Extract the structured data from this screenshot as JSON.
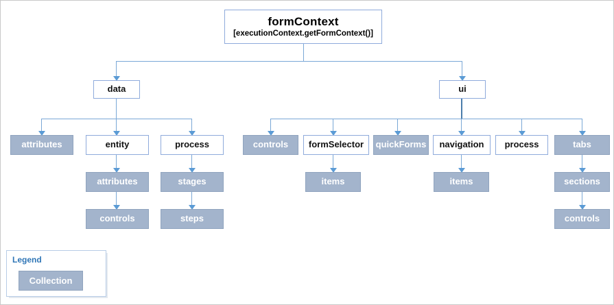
{
  "diagram": {
    "root": {
      "title": "formContext",
      "subtitle": "[executionContext.getFormContext()]"
    },
    "level2": {
      "data": "data",
      "ui": "ui"
    },
    "data_children": {
      "attributes": "attributes",
      "entity": "entity",
      "process": "process"
    },
    "entity_children": {
      "attributes": "attributes",
      "controls": "controls"
    },
    "process_children": {
      "stages": "stages",
      "steps": "steps"
    },
    "ui_children": {
      "controls": "controls",
      "formSelector": "formSelector",
      "quickForms": "quickForms",
      "navigation": "navigation",
      "process": "process",
      "tabs": "tabs"
    },
    "formSelector_children": {
      "items": "items"
    },
    "navigation_children": {
      "items": "items"
    },
    "tabs_children": {
      "sections": "sections",
      "controls": "controls"
    }
  },
  "legend": {
    "title": "Legend",
    "collection_label": "Collection"
  },
  "colors": {
    "collection_fill": "#a3b4cc",
    "collection_border": "#8fa3be",
    "node_border": "#8eaadb",
    "connector": "#79a7d6",
    "arrow": "#5b9bd5",
    "legend_title": "#2e75b6",
    "legend_border": "#b7cce6",
    "canvas_border": "#c8c8c8"
  }
}
